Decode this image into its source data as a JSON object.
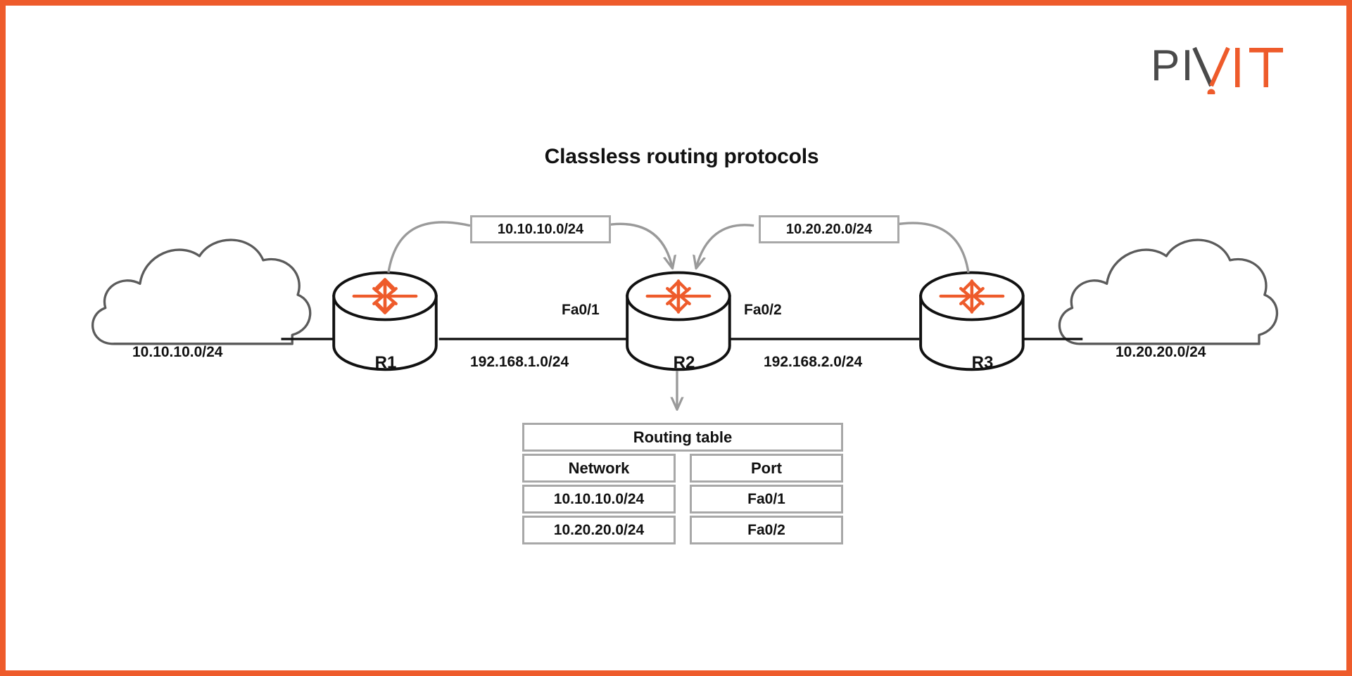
{
  "brand": {
    "logo_text_dark": "PIV",
    "logo_text_accent": "IT",
    "accent_color": "#ee5b2b",
    "dark_color": "#4a4a4a"
  },
  "diagram": {
    "title": "Classless routing protocols",
    "clouds": [
      {
        "id": "cloud-left",
        "label": "10.10.10.0/24"
      },
      {
        "id": "cloud-right",
        "label": "10.20.20.0/24"
      }
    ],
    "routers": [
      {
        "id": "r1",
        "name": "R1"
      },
      {
        "id": "r2",
        "name": "R2"
      },
      {
        "id": "r3",
        "name": "R3"
      }
    ],
    "links": [
      {
        "id": "link-r1-r2",
        "network": "192.168.1.0/24",
        "interface": "Fa0/1"
      },
      {
        "id": "link-r2-r3",
        "network": "192.168.2.0/24",
        "interface": "Fa0/2"
      }
    ],
    "advertisements": [
      {
        "id": "adv-left",
        "label": "10.10.10.0/24",
        "from": "R1",
        "to": "R2"
      },
      {
        "id": "adv-right",
        "label": "10.20.20.0/24",
        "from": "R3",
        "to": "R2"
      }
    ],
    "routing_table": {
      "title": "Routing table",
      "columns": [
        "Network",
        "Port"
      ],
      "rows": [
        {
          "network": "10.10.10.0/24",
          "port": "Fa0/1"
        },
        {
          "network": "10.20.20.0/24",
          "port": "Fa0/2"
        }
      ]
    }
  }
}
